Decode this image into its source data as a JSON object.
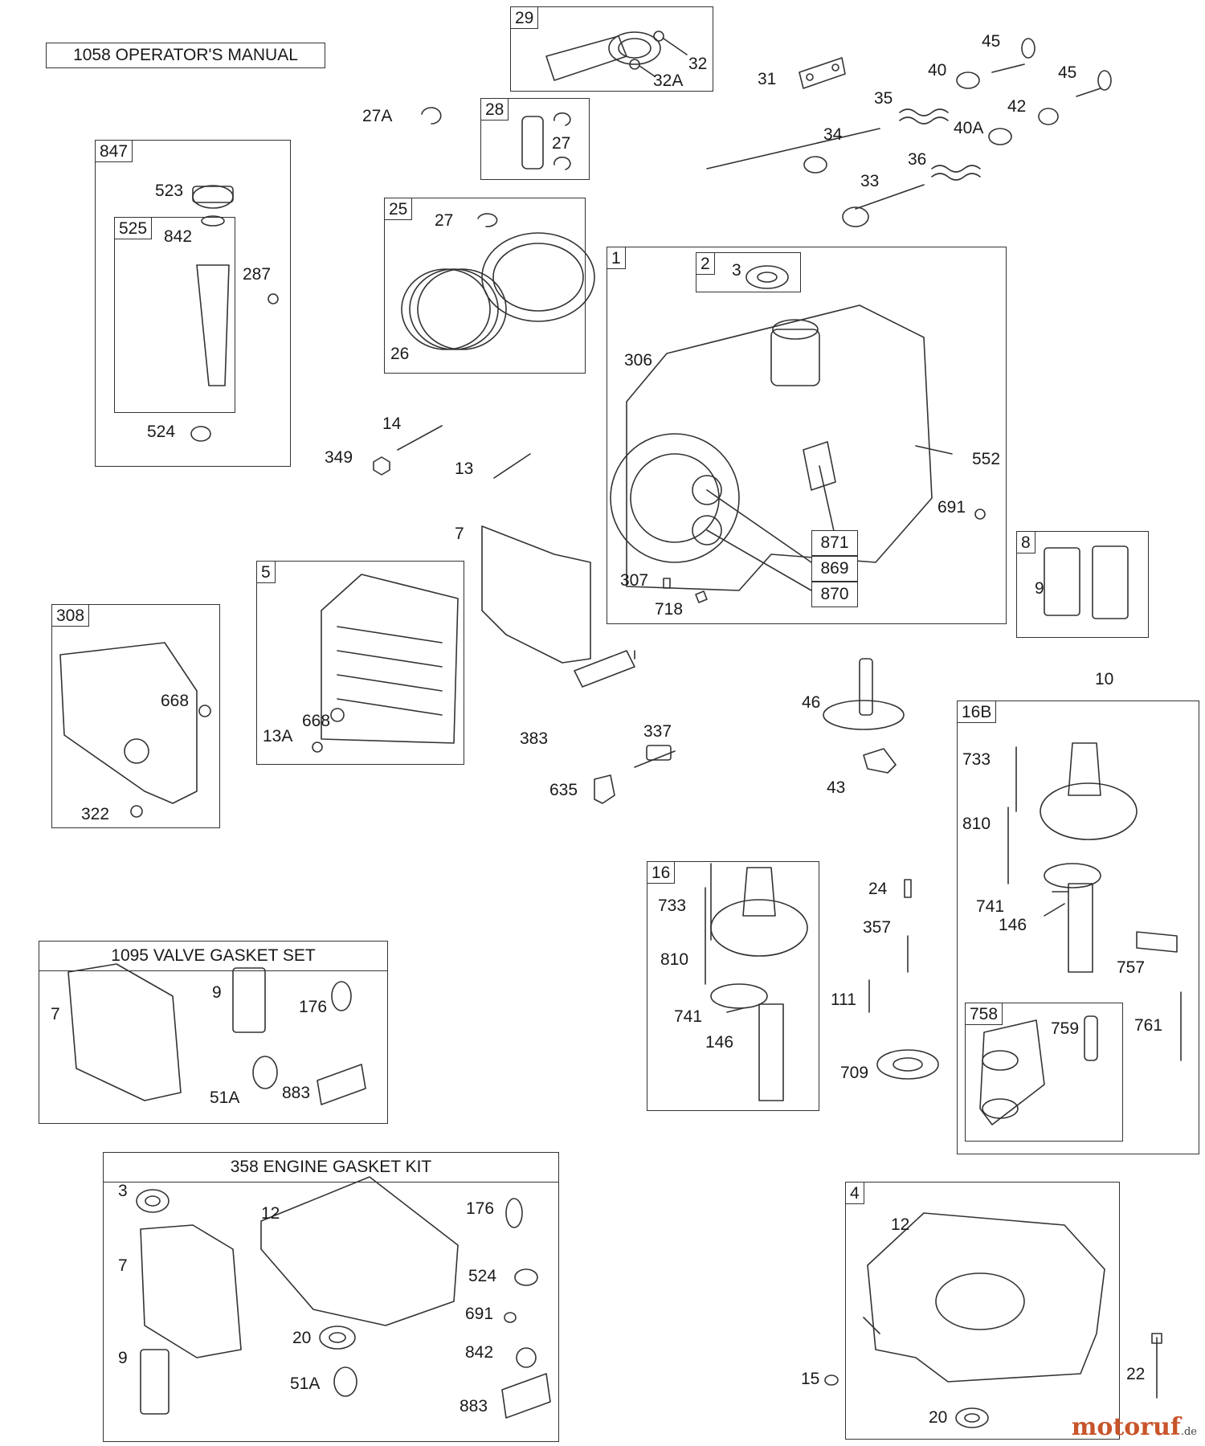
{
  "manual": "1058 OPERATOR'S MANUAL",
  "groups": {
    "g29": "29",
    "g28": "28",
    "g847": "847",
    "g525": "525",
    "g25": "25",
    "g1": "1",
    "g2": "2",
    "g8": "8",
    "g308": "308",
    "g5": "5",
    "g16B": "16B",
    "g758": "758",
    "g16": "16",
    "g4": "4"
  },
  "kits": {
    "valve_gasket_set": "1095 VALVE GASKET SET",
    "engine_gasket_kit": "358 ENGINE GASKET KIT"
  },
  "labels": {
    "p32": "32",
    "p32A": "32A",
    "p45a": "45",
    "p45b": "45",
    "p31": "31",
    "p40": "40",
    "p35": "35",
    "p42": "42",
    "p40A": "40A",
    "p34": "34",
    "p36": "36",
    "p33": "33",
    "p27A": "27A",
    "p27a": "27",
    "p27b": "27",
    "p26": "26",
    "p523": "523",
    "p842": "842",
    "p287": "287",
    "p524": "524",
    "p3": "3",
    "p306": "306",
    "p552": "552",
    "p691": "691",
    "p871": "871",
    "p869": "869",
    "p870": "870",
    "p307": "307",
    "p718": "718",
    "p14": "14",
    "p349": "349",
    "p13": "13",
    "p7": "7",
    "p9": "9",
    "p10": "10",
    "p668a": "668",
    "p322": "322",
    "p668b": "668",
    "p13A": "13A",
    "p383": "383",
    "p337": "337",
    "p635": "635",
    "p46": "46",
    "p43": "43",
    "p733a": "733",
    "p810a": "810",
    "p741a": "741",
    "p146a": "146",
    "p757": "757",
    "p761": "761",
    "p759": "759",
    "p733b": "733",
    "p810b": "810",
    "p741b": "741",
    "p146b": "146",
    "p24": "24",
    "p357": "357",
    "p111": "111",
    "p709": "709",
    "v7": "7",
    "v9": "9",
    "v176": "176",
    "v51A": "51A",
    "v883": "883",
    "k3": "3",
    "k12": "12",
    "k176": "176",
    "k7": "7",
    "k524": "524",
    "k691": "691",
    "k20": "20",
    "k842": "842",
    "k9": "9",
    "k51A": "51A",
    "k883": "883",
    "s12": "12",
    "s15": "15",
    "s20": "20",
    "s22": "22"
  },
  "watermark": {
    "name": "motoruf",
    "suffix": ".de"
  }
}
